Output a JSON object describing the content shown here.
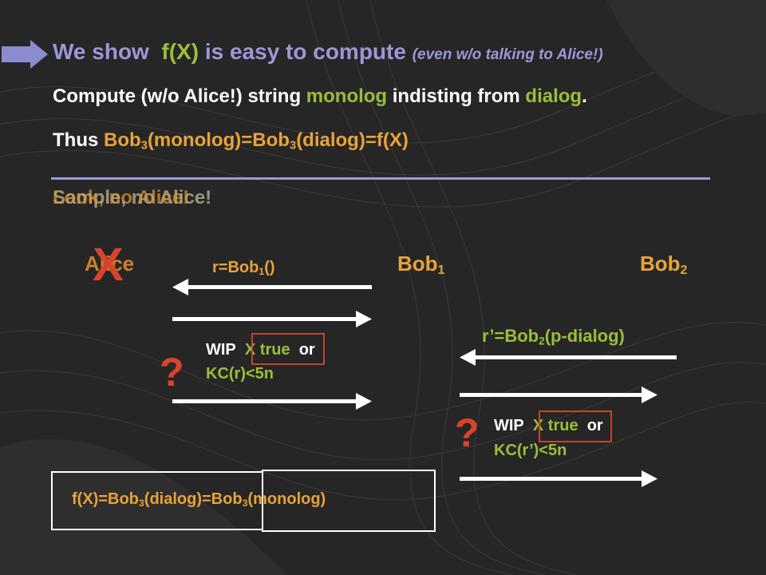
{
  "header": {
    "lead": "We show",
    "fx": "f(X)",
    "rest": "is easy to compute",
    "aside": "(even w/o talking to Alice!)"
  },
  "line2": {
    "a": "Compute (w/o Alice!) string",
    "monolog": "monolog",
    "b": "indisting from",
    "dialog": "dialog",
    "c": "."
  },
  "line3": {
    "thus": "Thus",
    "bob": "Bob",
    "sub": "3",
    "p1": "(monolog)=",
    "p2": "(dialog)=f(X)"
  },
  "overlap_text": {
    "a": "Sample, no Alice!",
    "b": "Look, no Alice!"
  },
  "labels": {
    "alice": "Alice",
    "x_mark": "X",
    "bob1": "Bob",
    "bob1_sub": "1",
    "bob2": "Bob",
    "bob2_sub": "2"
  },
  "msg1": {
    "prefix": "r=Bob",
    "sub": "1",
    "suffix": "()"
  },
  "msg2": {
    "prefix": "r’=Bob",
    "sub": "2",
    "suffix": "(p-dialog)"
  },
  "wip1": {
    "wip": "WIP",
    "xtrue": "X true",
    "or": "or",
    "kc": "KC(r)<5n",
    "q": "?"
  },
  "wip2": {
    "wip": "WIP",
    "xtrue": "X true",
    "or": "or",
    "kc": "KC(r’)<5n",
    "q": "?"
  },
  "result": {
    "fx": "f(X)=Bob",
    "sub1": "3",
    "mid": "(dialog)=Bob",
    "sub2": "3",
    "end": "(monolog)"
  },
  "colors": {
    "background": "#262626",
    "lavender": "#9a98d8",
    "green": "#99bf3a",
    "orange": "#e8a33a",
    "red": "#c4462a",
    "white": "#ffffff"
  }
}
